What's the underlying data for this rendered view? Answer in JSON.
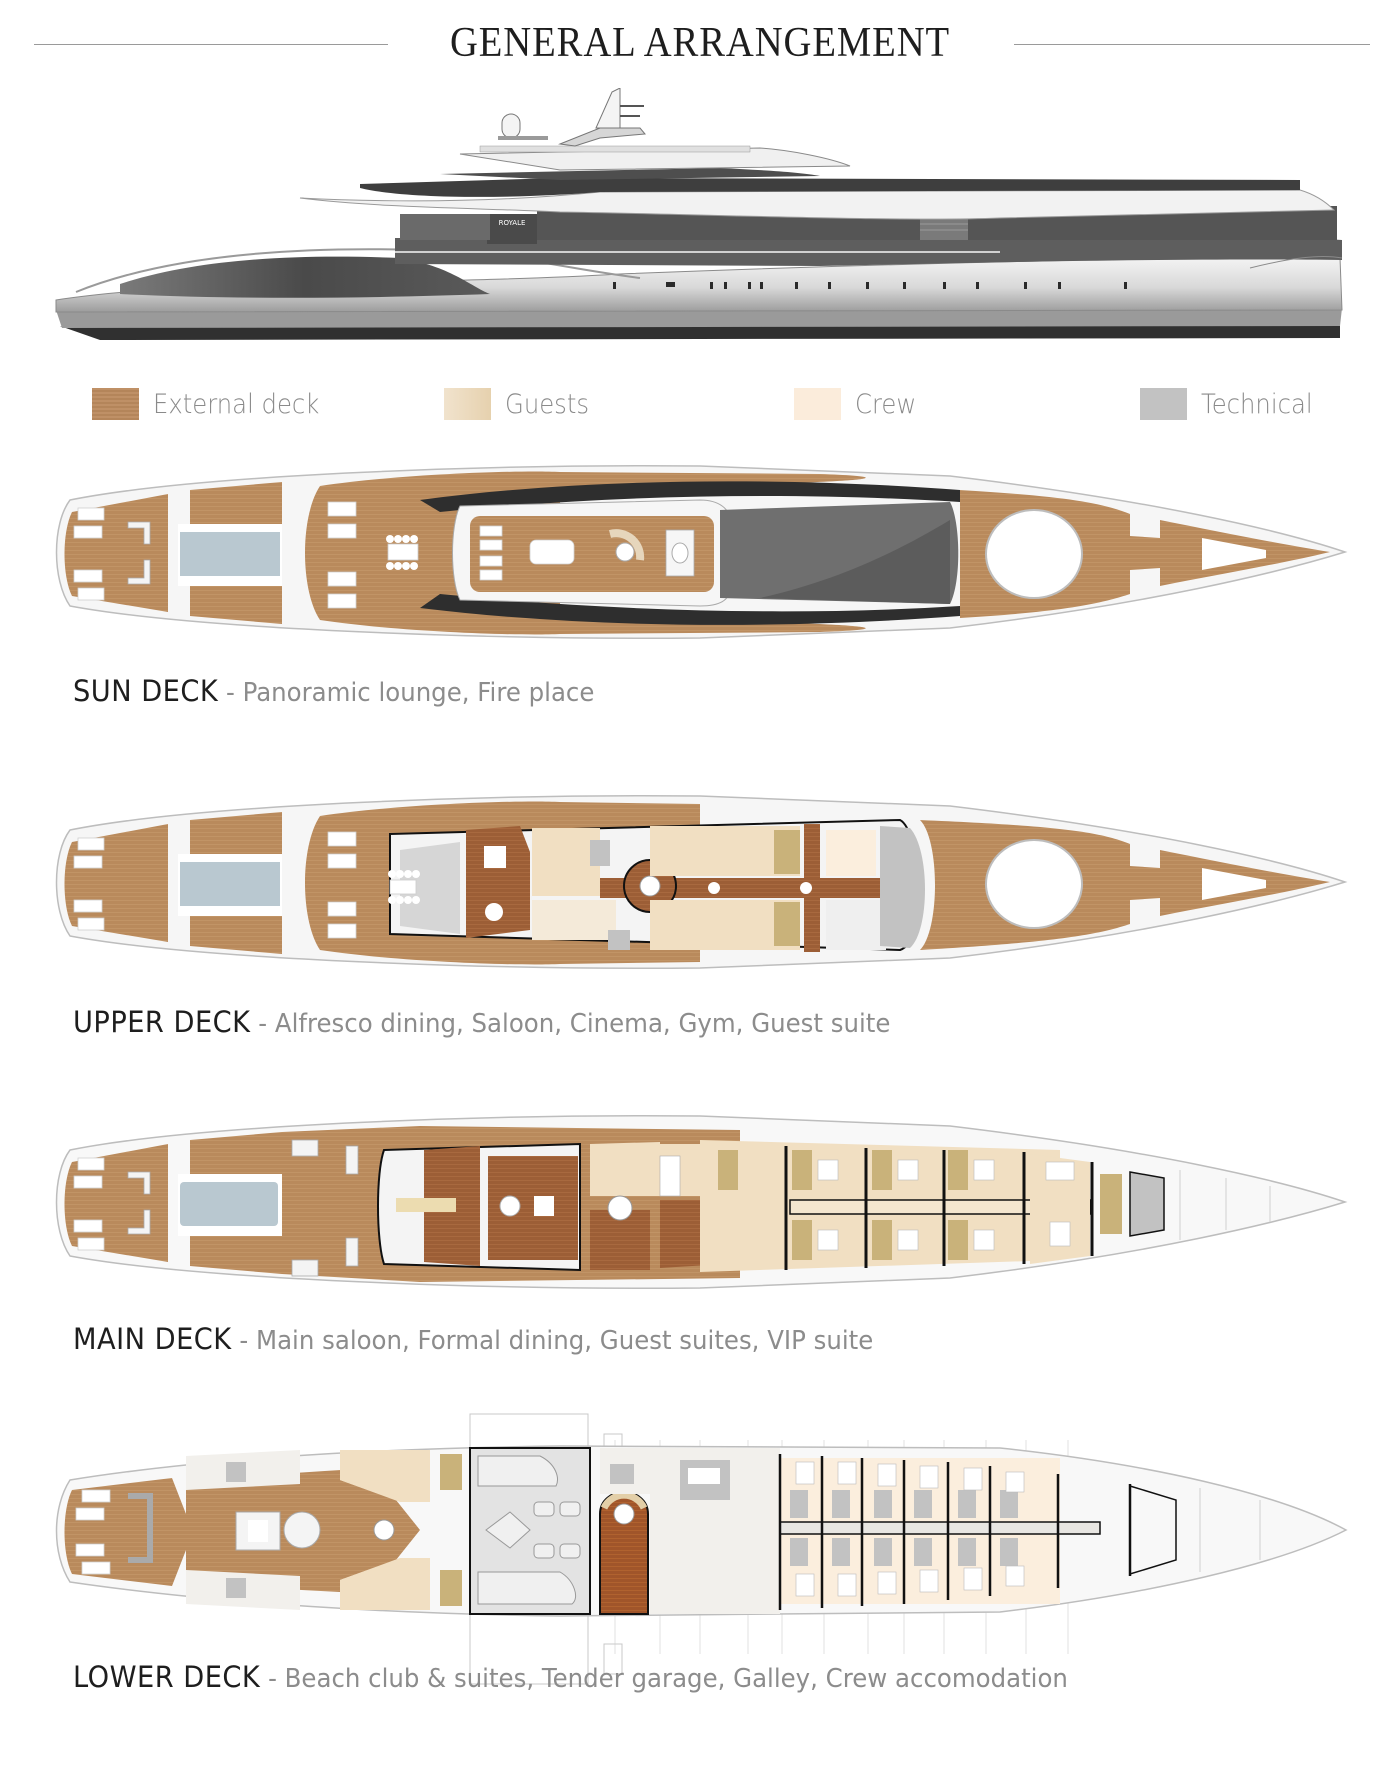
{
  "header": {
    "title": "GENERAL ARRANGEMENT"
  },
  "profile": {
    "name_plate": "ROYALE"
  },
  "legend": [
    {
      "label": "External deck",
      "color": "#b88a5e",
      "icon": "wood-swatch"
    },
    {
      "label": "Guests",
      "color": "#ecdcc3",
      "icon": "guests-swatch"
    },
    {
      "label": "Crew",
      "color": "#fbeedd",
      "icon": "crew-swatch"
    },
    {
      "label": "Technical",
      "color": "#c2c2c2",
      "icon": "technical-swatch"
    }
  ],
  "decks": [
    {
      "id": "sun",
      "name": "SUN DECK",
      "separator": " - ",
      "description": "Panoramic lounge, Fire place"
    },
    {
      "id": "upper",
      "name": "UPPER DECK",
      "separator": " - ",
      "description": "Alfresco dining, Saloon, Cinema, Gym, Guest suite"
    },
    {
      "id": "main",
      "name": "MAIN DECK",
      "separator": " - ",
      "description": "Main saloon, Formal dining, Guest suites, VIP suite"
    },
    {
      "id": "lower",
      "name": "LOWER DECK",
      "separator": " - ",
      "description": "Beach club & suites, Tender garage, Galley, Crew accomodation"
    }
  ],
  "colors": {
    "wood": "#b88a5e",
    "wood_dark": "#9a5a34",
    "guests": "#ecdcc3",
    "crew": "#fbeedd",
    "technical": "#c2c2c2",
    "pool": "#b9c8d0",
    "bath": "#c9b27a",
    "hull_dark": "#3c3c3c",
    "hull_mid": "#6e6e6e",
    "outline": "#bdbdbd"
  }
}
